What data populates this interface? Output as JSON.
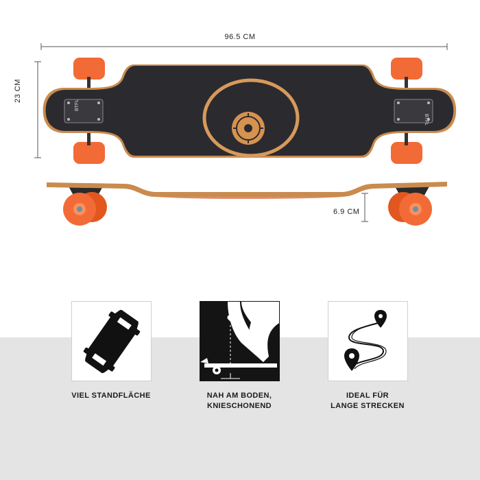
{
  "dimensions": {
    "length": "96.5 CM",
    "width": "23 CM",
    "height": "6.9 CM"
  },
  "deck": {
    "truck_text": "BTFL"
  },
  "features": [
    {
      "icon": "longboard-icon",
      "label": "VIEL STANDFLÄCHE"
    },
    {
      "icon": "knee-low-ground-icon",
      "label": "NAH AM BODEN,\nKNIESCHONEND"
    },
    {
      "icon": "route-map-pin-icon",
      "label": "IDEAL FÜR\nLANGE STRECKEN"
    }
  ],
  "colors": {
    "grip": "#2b2b2f",
    "wood": "#c98b4e",
    "wheel": "#f26a35",
    "band": "#e4e4e4"
  }
}
